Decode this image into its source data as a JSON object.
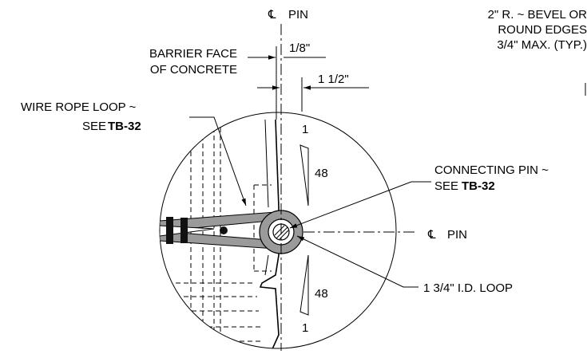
{
  "labels": {
    "cl_pin_top": "PIN",
    "bevel_line1": "2\" R. ~ BEVEL OR",
    "bevel_line2": "ROUND EDGES",
    "bevel_line3": "3/4\" MAX. (TYP.)",
    "barrier_line1": "BARRIER FACE",
    "barrier_line2": "OF CONCRETE",
    "dim_eighth": "1/8\"",
    "dim_one_half": "1 1/2\"",
    "wire_line1": "WIRE ROPE LOOP ~",
    "wire_line2_prefix": "SEE ",
    "wire_line2_ref": "TB-32",
    "pin_line1": "CONNECTING PIN ~",
    "pin_line2_prefix": "SEE ",
    "pin_line2_ref": "TB-32",
    "cl_pin_right": "PIN",
    "loop_id": "1 3/4\" I.D. LOOP",
    "slope_top_1": "1",
    "slope_top_48": "48",
    "slope_bot_48": "48",
    "slope_bot_1": "1"
  },
  "symbols": {
    "centerline": "℄"
  },
  "colors": {
    "rope_fill": "#9a9a9a",
    "ink": "#000000"
  }
}
